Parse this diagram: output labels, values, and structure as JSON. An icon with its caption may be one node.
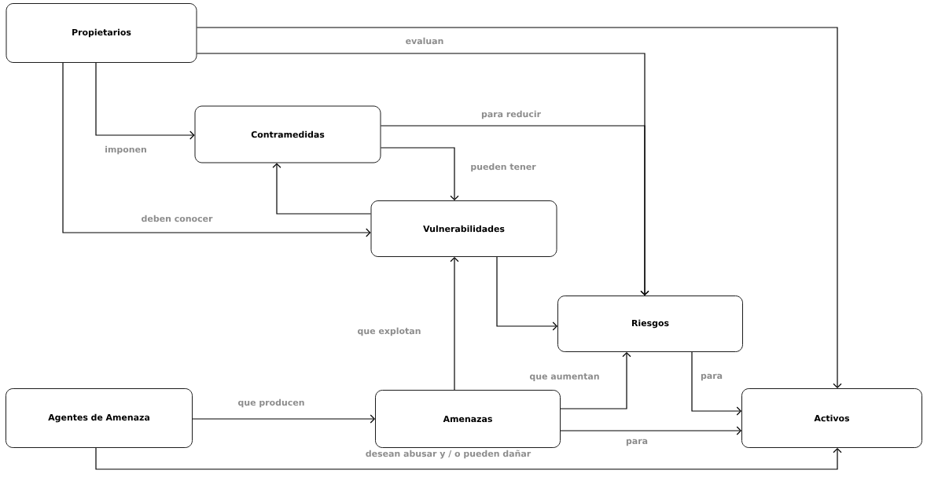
{
  "diagram": {
    "nodes": [
      {
        "text": [
          "Propietarios"
        ]
      },
      {
        "text": [
          "Contramedidas"
        ]
      },
      {
        "text": [
          "Vulnerabilidades"
        ]
      },
      {
        "text": [
          "Riesgos"
        ]
      },
      {
        "text": [
          "Agentes de Amenaza"
        ]
      },
      {
        "text": [
          "Amenazas"
        ]
      },
      {
        "text": [
          "Activos"
        ]
      }
    ],
    "edges": [
      {
        "from": 0,
        "to": 6,
        "arrow": "to",
        "label": "evaluan"
      },
      {
        "from": 0,
        "to": 3,
        "arrow": "to"
      },
      {
        "from": 0,
        "to": 1,
        "arrow": "to",
        "label": "imponen"
      },
      {
        "from": 1,
        "to": 3,
        "arrow": "to",
        "label": "para reducir"
      },
      {
        "from": 1,
        "to": 2,
        "arrow": "to",
        "label": "pueden tener"
      },
      {
        "from": 2,
        "to": 1,
        "arrow": "to"
      },
      {
        "from": 0,
        "to": 2,
        "arrow": "to",
        "label": "deben conocer"
      },
      {
        "from": 2,
        "to": 3,
        "arrow": "to"
      },
      {
        "from": 5,
        "to": 2,
        "arrow": "to",
        "label": "que explotan"
      },
      {
        "from": 4,
        "to": 5,
        "arrow": "to",
        "label": "que producen"
      },
      {
        "from": 5,
        "to": 3,
        "arrow": "to",
        "label": "que aumentan"
      },
      {
        "from": 5,
        "to": 6,
        "arrow": "to",
        "label": "para"
      },
      {
        "from": 3,
        "to": 6,
        "arrow": "to",
        "label": "para"
      },
      {
        "from": 4,
        "to": 6,
        "arrow": "to",
        "label": "desean abusar y / o pueden dañar"
      }
    ]
  }
}
